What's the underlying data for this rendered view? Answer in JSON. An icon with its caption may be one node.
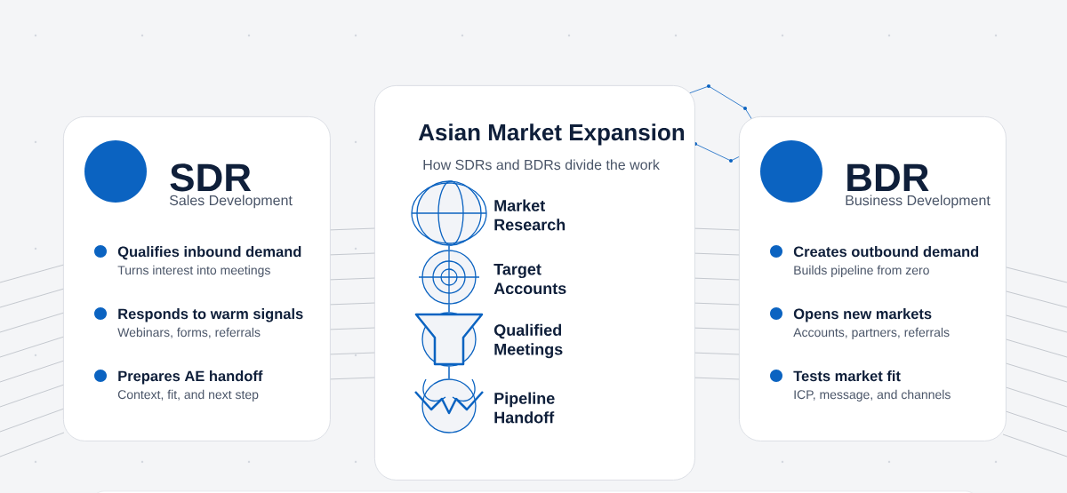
{
  "diagram": {
    "nodes": [
      {
        "text": [
          "SDR",
          "Sales Development",
          "Qualifies inbound demand",
          "Turns interest into meetings",
          "Responds to warm signals",
          "Webinars, forms, referrals",
          "Prepares AE handoff",
          "Context, fit, and next step"
        ]
      },
      {
        "text": [
          "Asian Market Expansion",
          "How SDRs and BDRs divide the work"
        ]
      },
      {
        "text": [],
        "shape": "picture",
        "in": 1,
        "beside": [
          "Market Research"
        ]
      },
      {
        "text": [],
        "shape": "picture",
        "in": 1,
        "beside": [
          "Target Accounts"
        ]
      },
      {
        "text": [],
        "shape": "picture",
        "in": 1,
        "beside": [
          "Qualified Meetings"
        ]
      },
      {
        "text": [],
        "shape": "picture",
        "in": 1,
        "beside": [
          "Pipeline Handoff"
        ]
      },
      {
        "text": [
          "BDR",
          "Business Development",
          "Creates outbound demand",
          "Builds pipeline from zero",
          "Opens new markets",
          "Accounts, partners, referrals",
          "Tests market fit",
          "ICP, message, and channels"
        ]
      }
    ],
    "edges": [
      {
        "from": 2,
        "to": 3,
        "arrow": "none"
      },
      {
        "from": 3,
        "to": 4,
        "arrow": "none"
      },
      {
        "from": 4,
        "to": 5,
        "arrow": "none"
      }
    ]
  }
}
